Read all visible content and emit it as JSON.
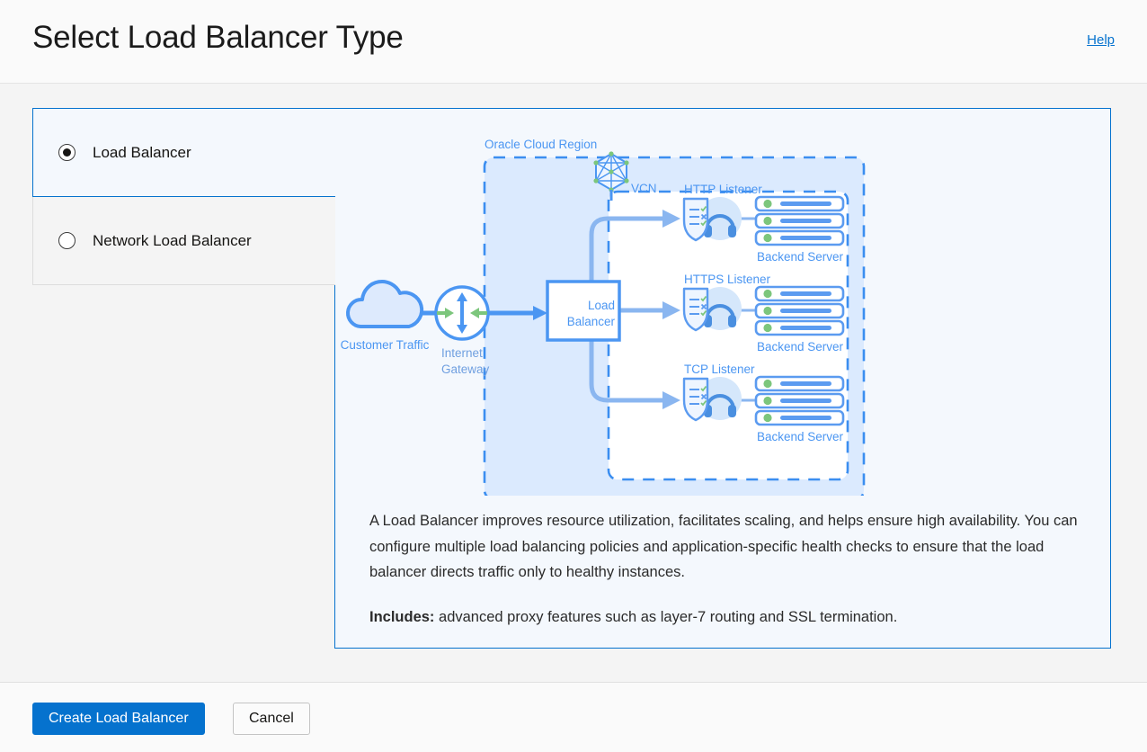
{
  "header": {
    "title": "Select Load Balancer Type",
    "help_label": "Help"
  },
  "tabs": [
    {
      "label": "Load Balancer",
      "selected": true
    },
    {
      "label": "Network Load Balancer",
      "selected": false
    }
  ],
  "panel": {
    "description_paragraph": "A Load Balancer improves resource utilization, facilitates scaling, and helps ensure high availability. You can configure multiple load balancing policies and application-specific health checks to ensure that the load balancer directs traffic only to healthy instances.",
    "includes_label": "Includes:",
    "includes_text": " advanced proxy features such as layer-7 routing and SSL termination."
  },
  "diagram": {
    "region_label": "Oracle Cloud Region",
    "vcn_label": "VCN",
    "customer_traffic_label": "Customer Traffic",
    "internet_gateway_label_line1": "Internet",
    "internet_gateway_label_line2": "Gateway",
    "load_balancer_label_line1": "Load",
    "load_balancer_label_line2": "Balancer",
    "listeners": [
      {
        "title": "HTTP Listener",
        "backend_label": "Backend Server"
      },
      {
        "title": "HTTPS Listener",
        "backend_label": "Backend Server"
      },
      {
        "title": "TCP Listener",
        "backend_label": "Backend Server"
      }
    ],
    "colors": {
      "region_fill": "#dbeafe",
      "dash_border": "#3b8ef0",
      "line": "#8ab6f0",
      "stroke": "#4b96f2",
      "icon_fill": "#ddeafd",
      "green": "#7cc67c",
      "text": "#4b96f2"
    }
  },
  "footer": {
    "primary_label": "Create Load Balancer",
    "secondary_label": "Cancel"
  },
  "theme": {
    "accent": "#0572ce",
    "panel_bg": "#f4f8fd",
    "page_bg": "#f4f4f4"
  }
}
